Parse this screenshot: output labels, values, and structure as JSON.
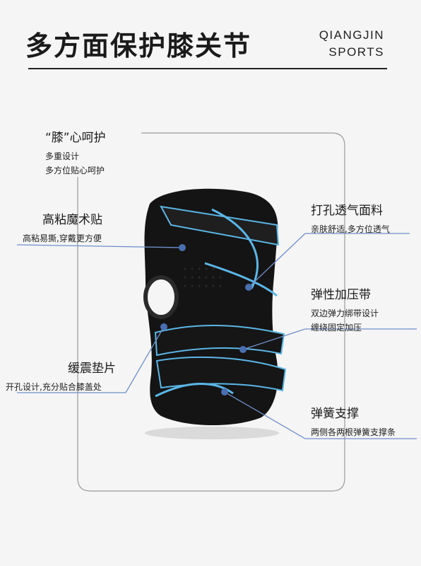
{
  "header": {
    "title": "多方面保护膝关节",
    "brand_line1": "QIANGJIN",
    "brand_line2": "SPORTS"
  },
  "callouts": {
    "knee_care": {
      "title": "“膝”心呵护",
      "line1": "多重设计",
      "line2": "多方位贴心呵护"
    },
    "velcro": {
      "title": "高粘魔术贴",
      "line1": "高粘易撕,穿戴更方便"
    },
    "cushion": {
      "title": "缓震垫片",
      "line1": "开孔设计,充分贴合膝盖处"
    },
    "fabric": {
      "title": "打孔透气面料",
      "line1": "亲肤舒适,多方位透气"
    },
    "strap": {
      "title": "弹性加压带",
      "line1": "双边弹力绑带设计",
      "line2": "缠绕固定加压"
    },
    "spring": {
      "title": "弹簧支撑",
      "line1": "两侧各两根弹簧支撑条"
    }
  },
  "colors": {
    "leader_line": "#6f8fc9",
    "dot": "#4a6fb0",
    "brace_body": "#141414",
    "stripe": "#5bb6e6",
    "frame": "#9a9a9a"
  }
}
